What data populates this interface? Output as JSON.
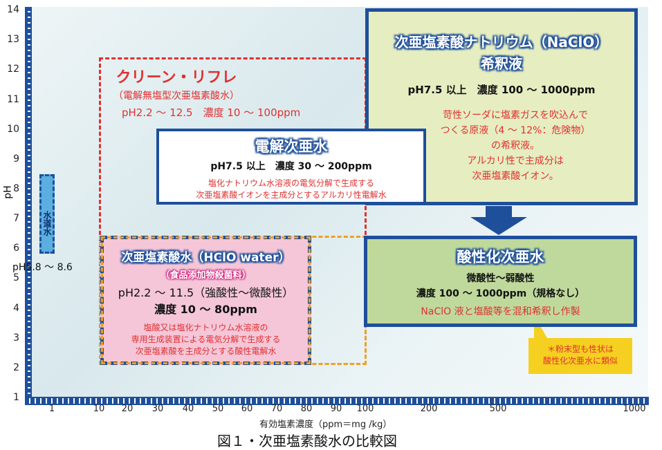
{
  "axes": {
    "y_label": "pH",
    "y_ticks": [
      "14",
      "13",
      "12",
      "11",
      "10",
      "9",
      "8",
      "7",
      "6",
      "5",
      "4",
      "3",
      "2",
      "1"
    ],
    "x_ticks": [
      "1",
      "10",
      "20",
      "30",
      "40",
      "50",
      "60",
      "70",
      "80",
      "90",
      "100",
      "200",
      "500",
      "1000"
    ],
    "x_label": "有効塩素濃度（ppm＝mg /kg）"
  },
  "caption": "図１・次亜塩素酸水の比較図",
  "tap_water": {
    "label": "水道水",
    "range": "pH5.8 ～ 8.6"
  },
  "clean_reflet": {
    "title": "クリーン・リフレ",
    "subtitle": "（電解無塩型次亜塩素酸水）",
    "spec": "pH2.2 ～ 12.5　濃度 10 ～ 100ppm"
  },
  "denkai": {
    "title": "電解次亜水",
    "spec": "pH7.5 以上　濃度 30 ～ 200ppm",
    "desc1": "塩化ナトリウム水溶液の電気分解で生成する",
    "desc2": "次亜塩素酸イオンを主成分とするアルカリ性電解水"
  },
  "naclo": {
    "title1": "次亜塩素酸ナトリウム（NaClO）",
    "title2": "希釈液",
    "spec": "pH7.5 以上　濃度 100 ～ 1000ppm",
    "desc": [
      "苛性ソーダに塩素ガスを吹込んで",
      "つくる原液（4 ～ 12%：危険物）",
      "の希釈液。",
      "アルカリ性で主成分は",
      "次亜塩素酸イオン。"
    ]
  },
  "hclo": {
    "title": "次亜塩素酸水（HClO water）",
    "badge": "（食品添加物殺菌料）",
    "spec1": "pH2.2 ～ 11.5（強酸性～微酸性）",
    "spec2": "濃度 10 ～ 80ppm",
    "desc": [
      "塩酸又は塩化ナトリウム水溶液の",
      "専用生成装置による電気分解で生成する",
      "次亜塩素酸を主成分とする酸性電解水"
    ]
  },
  "acidic": {
    "title": "酸性化次亜水",
    "spec1": "微酸性～弱酸性",
    "spec2": "濃度 100 ～ 1000ppm（規格なし）",
    "desc": "NaClO 液と塩酸等を混和希釈し作製"
  },
  "note": {
    "line1": "＊粉末型も性状は",
    "line2": "酸性化次亜水に類似"
  },
  "colors": {
    "axis": "#1e4f9a",
    "red": "#e03030",
    "orange": "#f0a020",
    "green": "#bfd99c",
    "yellow_green": "#e6edc0",
    "pink": "#f4c6d8",
    "note": "#f5d020"
  }
}
